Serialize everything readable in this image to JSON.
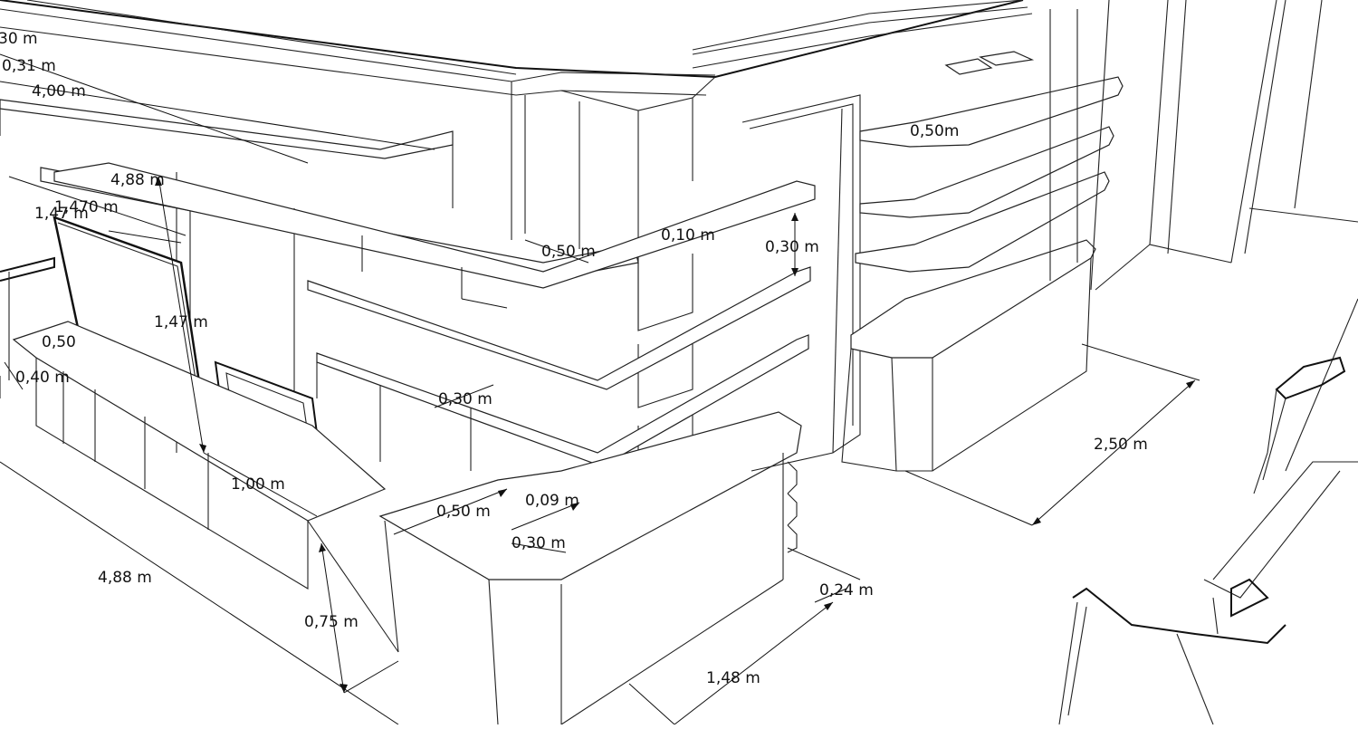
{
  "labels": {
    "top_030": "30 m",
    "top_031": "0,31 m",
    "top_400": "4,00 m",
    "w_488_top": "4,88 m",
    "w_147_170": "1,470 m",
    "w_147_left": "1,47 m",
    "h_147": "1,47 m",
    "d_050_left": "0,50",
    "d_040": "0,40 m",
    "d_100": "1,00 m",
    "w_488_bottom": "4,88 m",
    "h_075": "0,75 m",
    "shelf_050_top": "0,50 m",
    "shelf_010": "0,10 m",
    "shelf_030_v": "0,30 m",
    "shelf_030_mid": "0,30 m",
    "cab_050": "0,50 m",
    "cab_009": "0,09 m",
    "cab_030": "0,30 m",
    "d_024": "0,24 m",
    "w_148": "1,48 m",
    "right_050": "0,50m",
    "right_250": "2,50 m"
  }
}
